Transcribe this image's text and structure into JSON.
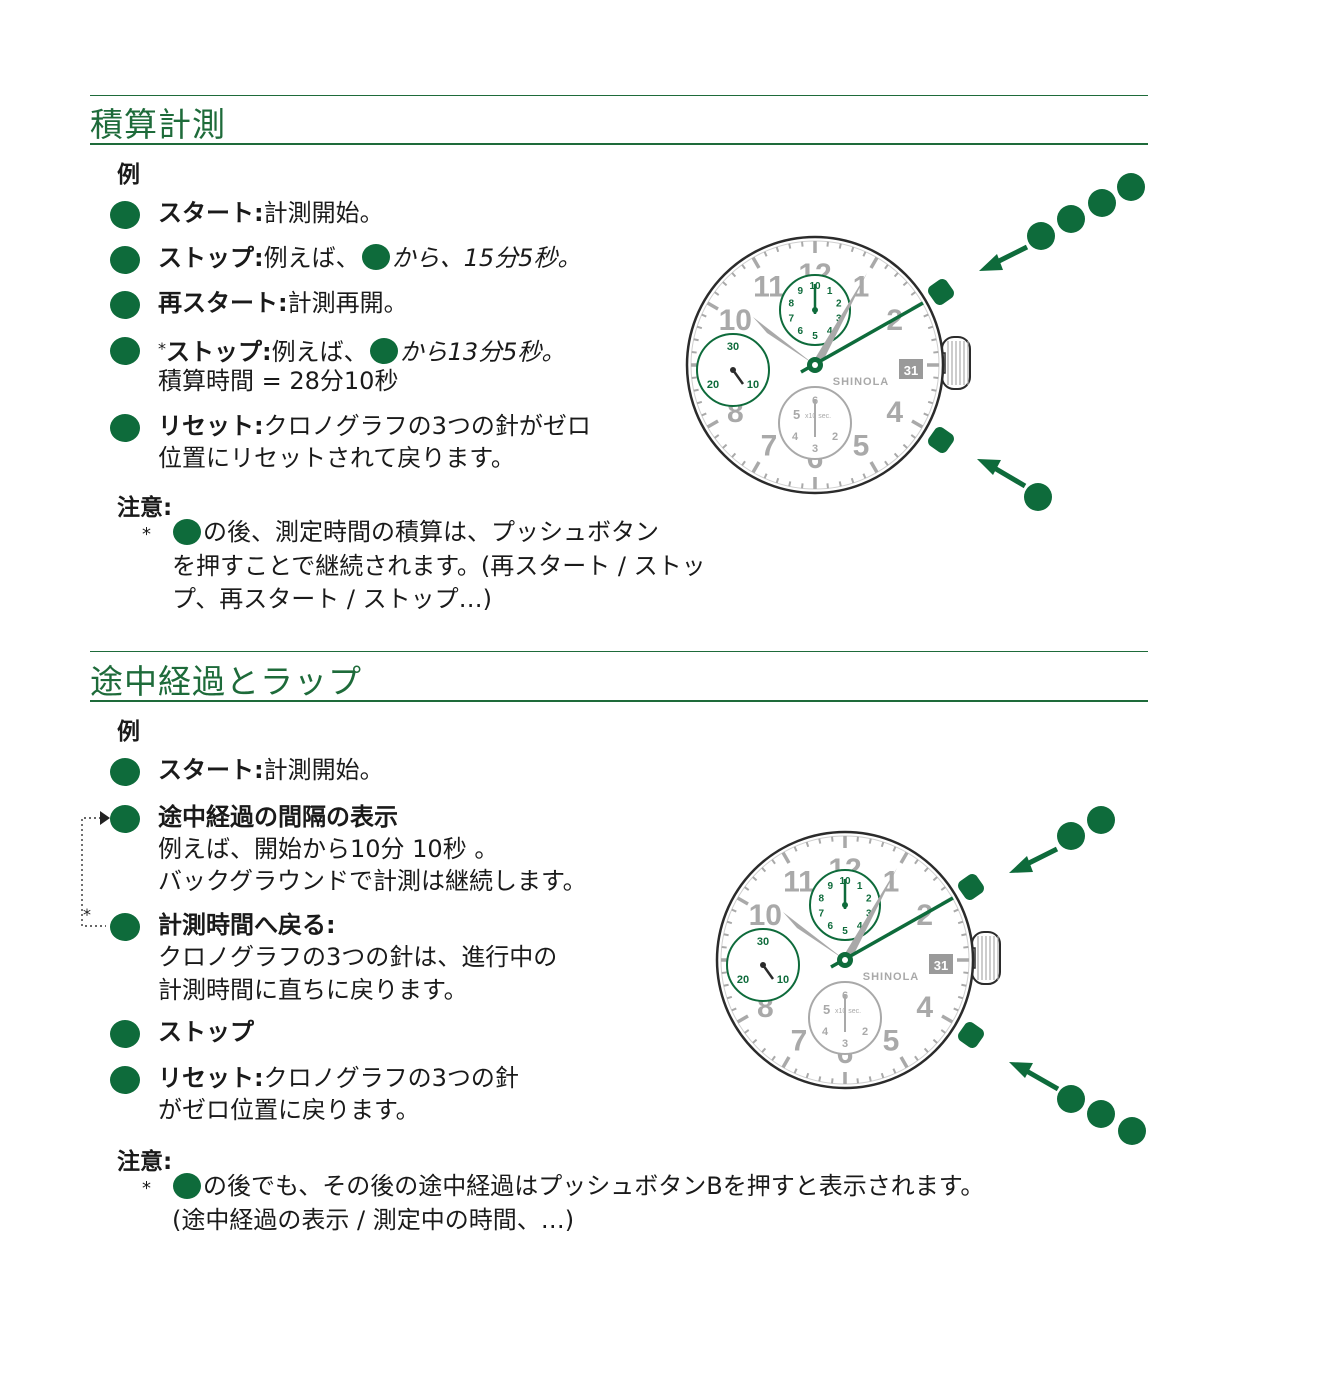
{
  "colors": {
    "green": "#0e6b3b",
    "grey": "#a9a9a9",
    "dark": "#2b2b2b"
  },
  "sec1": {
    "title": "積算計測",
    "example": "例",
    "items": [
      {
        "label": "スタート:",
        "text": "計測開始。"
      },
      {
        "label": "ストップ:",
        "text_a": "例えば、",
        "text_b": "から、",
        "text_c": "15分5秒。"
      },
      {
        "label": "再スタート:",
        "text": "計測再開。"
      },
      {
        "prefix": "*",
        "label": "ストップ:",
        "text_a": "例えば、",
        "text_b": "から13分5秒。",
        "line2": "積算時間 = 28分10秒"
      },
      {
        "label": "リセット:",
        "text": "クロノグラフの3つの針がゼロ",
        "line2": "位置にリセットされて戻ります。"
      }
    ],
    "note_label": "注意:",
    "note_star": "*",
    "note_lines": [
      "の後、測定時間の積算は、プッシュボタン",
      "を押すことで継続されます。(再スタート / ストッ",
      "プ、再スタート / ストップ…)"
    ]
  },
  "sec2": {
    "title": "途中経過とラップ",
    "example": "例",
    "items": [
      {
        "label": "スタート:",
        "text": "計測開始。"
      },
      {
        "label": "途中経過の間隔の表示",
        "line2": "例えば、開始から10分 10秒 。",
        "line3": "バックグラウンドで計測は継続します。"
      },
      {
        "label": "計測時間へ戻る:",
        "line2": "クロノグラフの3つの針は、進行中の",
        "line3": "計測時間に直ちに戻ります。"
      },
      {
        "label": "ストップ"
      },
      {
        "label": "リセット:",
        "text": "クロノグラフの3つの針",
        "line2": "がゼロ位置に戻ります。"
      }
    ],
    "loop_star": "*",
    "note_label": "注意:",
    "note_star": "*",
    "note_lines": [
      "の後でも、その後の途中経過はプッシュボタンBを押すと表示されます。",
      "(途中経過の表示 / 測定中の時間、…)"
    ]
  },
  "watch": {
    "numerals": [
      "12",
      "1",
      "2",
      "4",
      "5",
      "6",
      "7",
      "8",
      "10",
      "11"
    ],
    "brand": "SHINOLA",
    "date": "31",
    "sub_top": [
      "10",
      "1",
      "2",
      "3",
      "4",
      "5",
      "6",
      "7",
      "8",
      "9"
    ],
    "sub_left": [
      "30",
      "20",
      "10"
    ],
    "sub_bottom_label": "5",
    "sub_bottom_unit": "x10 sec.",
    "sub_bottom": [
      "6",
      "4",
      "3",
      "2"
    ]
  }
}
